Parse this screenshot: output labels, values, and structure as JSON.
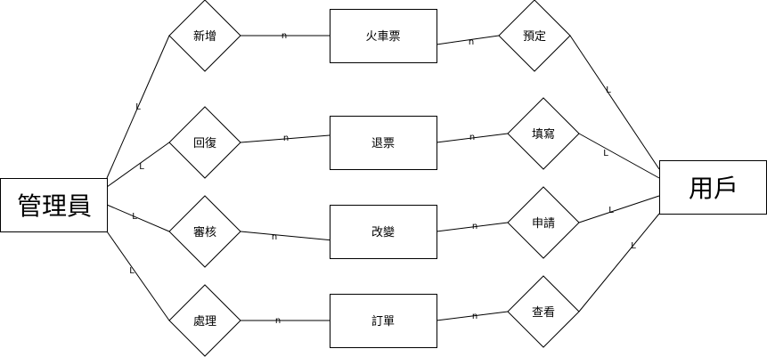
{
  "entities": {
    "admin": "管理員",
    "user": "用戶",
    "train_ticket": "火車票",
    "refund": "退票",
    "change": "改變",
    "order": "訂單"
  },
  "relations": {
    "add": "新增",
    "reply": "回復",
    "review": "審核",
    "handle": "處理",
    "reserve": "預定",
    "fill_in": "填寫",
    "apply": "申請",
    "view": "查看"
  },
  "cardinality": {
    "one": "L",
    "many": "n"
  }
}
